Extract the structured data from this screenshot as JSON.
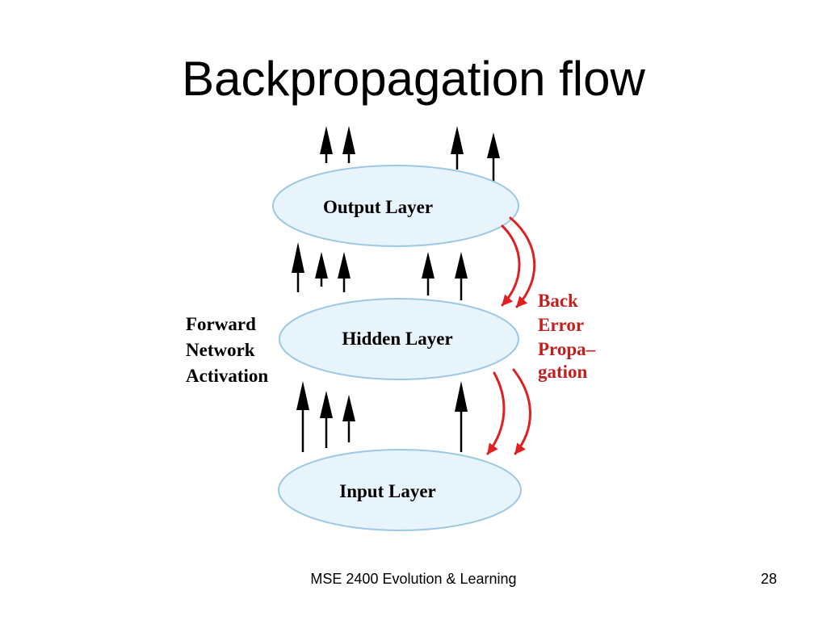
{
  "title": "Backpropagation flow",
  "diagram": {
    "layers": {
      "output": "Output Layer",
      "hidden": "Hidden Layer",
      "input": "Input Layer"
    },
    "forward_label": [
      "Forward",
      "Network",
      "Activation"
    ],
    "backward_label": [
      "Back",
      "Error",
      "Propa–",
      "gation"
    ],
    "colors": {
      "ellipse_fill": "#e8f4fb",
      "ellipse_stroke": "#9cc8e4",
      "forward_arrow": "#000000",
      "back_arrow": "#e02020",
      "back_text": "#c41e1e",
      "forward_text": "#000000"
    }
  },
  "footer": {
    "course": "MSE 2400 Evolution & Learning",
    "page": "28"
  }
}
